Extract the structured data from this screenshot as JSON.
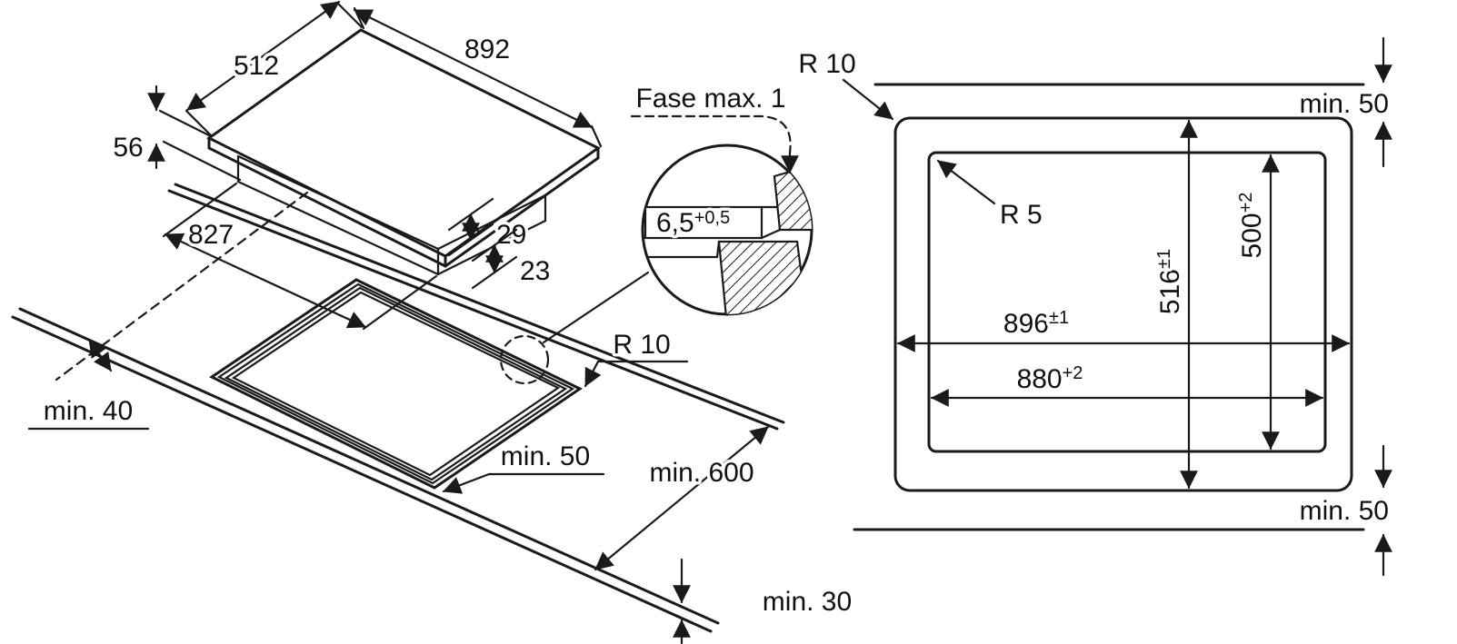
{
  "colors": {
    "ink": "#1a1a1a",
    "background": "#ffffff"
  },
  "iso_view": {
    "dim_depth_top": "512",
    "dim_width_top": "892",
    "dim_height": "56",
    "dim_body_width": "827",
    "dim_step_upper": "29",
    "dim_step_lower": "23",
    "min_side": "min. 40",
    "min_front": "min. 50",
    "min_worktop_depth": "min. 600",
    "min_worktop_thickness": "min. 30",
    "corner_radius": "R 10",
    "chamfer_note": "Fase max. 1",
    "glass_thickness": "6,5",
    "glass_thickness_tol": "+0,5"
  },
  "plan_view": {
    "corner_radius_outer": "R 10",
    "corner_radius_inner": "R 5",
    "min_top": "min. 50",
    "min_bottom": "min. 50",
    "width_outer": "896",
    "width_outer_tol": "±1",
    "width_inner": "880",
    "width_inner_tol": "+2",
    "height_outer": "516",
    "height_outer_tol": "±1",
    "height_inner": "500",
    "height_inner_tol": "+2"
  }
}
